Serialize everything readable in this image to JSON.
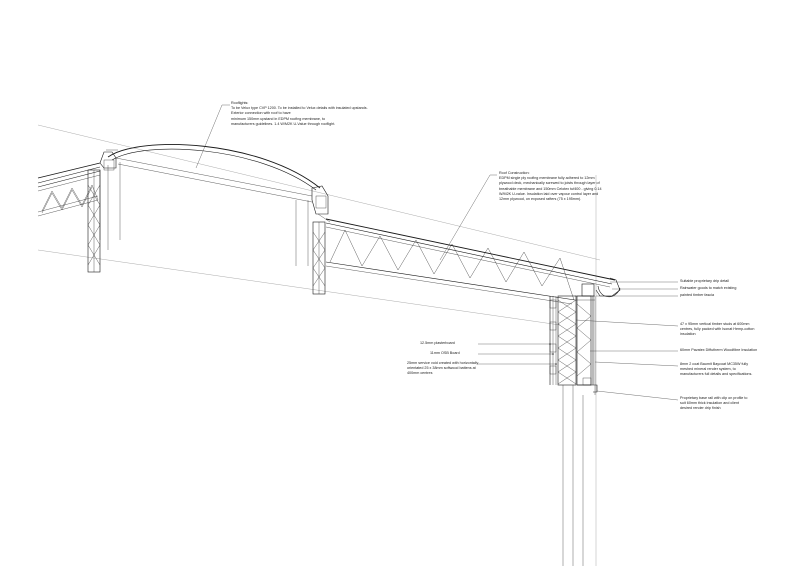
{
  "notes": {
    "rooflights": "Rooflights:\nTo be Velux type CVP 1200. To be installed to Velux details with insulated upstands. Exterior connection with roof to have\nminimum 150mm upstand in EDPM roofing membrane, to\nmanufacturers guidelines. 1.4 W/M2K U-Value through rooflight.",
    "roof_construction": "Roof Construction:\nEDPM single ply roofing membrane fully adhered to 12mm\nplywood deck, mechanically screwed to joists through layer of\nbreathable membrane and 150mm Celotex tuf400 - giving 0.14\nW/M2K U-value. Insulation laid over vapour control layer and\n12mm plywood, on exposed rafters (75 x 195mm).",
    "trim": "Suitable proprietary drip detail",
    "rainwater": "Rainwater goods to match existing",
    "fascia": "painted timber fascia",
    "studs": "47 x 95mm vertical timber studs at 600mm\ncentres, fully packed with Isonat Hemp-cotton\ninsulation",
    "woodfibre": "60mm Pavatex Diffutherm Woodfibre Insulation",
    "render": "8mm 2 coat Baumit Baycoat MC35W fully\nmeshed mineral render system, to\nmanufacturers full details and specifications.",
    "base_rail": "Proprietary base rail with clip on profile to\nsuit 60mm thick insulation and client\ndesired render drip finish",
    "plasterboard": "12.5mm plasterboard",
    "osb": "11mm OSB Board",
    "service_void": "25mm service void created with horizontally\norientated 25 x 38mm softwood battens at\n400mm centres"
  },
  "colors": {
    "line": "#1a1a1a",
    "text": "#222222",
    "guide": "#888888"
  }
}
